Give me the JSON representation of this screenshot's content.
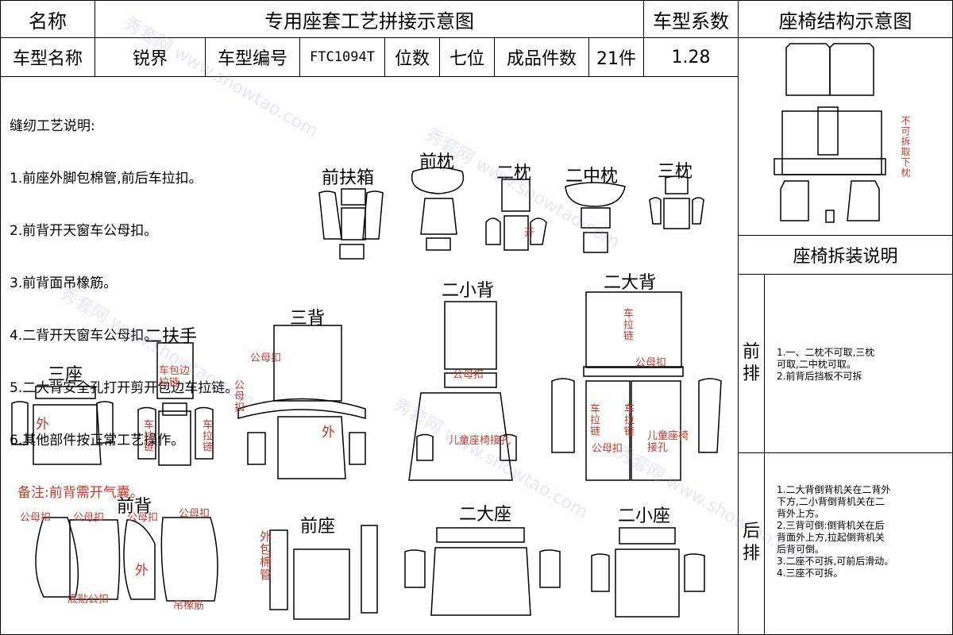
{
  "header": {
    "name_label": "名称",
    "title": "专用座套工艺拼接示意图",
    "coef_label": "车型系数",
    "structure_label": "座椅结构示意图"
  },
  "info": {
    "model_name_label": "车型名称",
    "model_name": "锐界",
    "model_code_label": "车型编号",
    "model_code": "FTC1094T",
    "seats_label": "位数",
    "seats": "七位",
    "pieces_label": "成品件数",
    "pieces": "21件",
    "coef": "1.28"
  },
  "notes": {
    "title": "缝纫工艺说明:",
    "items": [
      "1.前座外脚包棉管,前后车拉扣。",
      "2.前背开天窗车公母扣。",
      "3.前背面吊橡筋。",
      "4.二背开天窗车公母扣。",
      "5.二大背安全孔打开剪开包边车拉链。",
      "6.其他部件按正常工艺操作。"
    ],
    "remark": "备注:前背需开气囊。"
  },
  "parts": {
    "front_armrest_box": "前扶箱",
    "front_pillow": "前枕",
    "second_pillow": "二枕",
    "second_mid_pillow": "二中枕",
    "third_pillow": "三枕",
    "second_armrest": "二扶手",
    "third_seat": "三座",
    "third_back": "三背",
    "second_small_back": "二小背",
    "second_big_back": "二大背",
    "front_back": "前背",
    "front_seat": "前座",
    "second_big_seat": "二大座",
    "second_small_seat": "二小座"
  },
  "annotations": {
    "snap": "公母扣",
    "outside": "外",
    "zipper": "车拉链",
    "open": "开",
    "zip_wrap": "车包边拉链",
    "child_seat": "儿童座椅接孔",
    "bottom_snap": "底贴公扣",
    "elastic": "吊橡筋",
    "tube": "外包棉管",
    "front_snap": "公母扣"
  },
  "side": {
    "structure_note": "不可拆取下枕",
    "removal_title": "座椅拆装说明",
    "front_row_label": "前排",
    "front_row_notes": [
      "1.一、二枕不可取,三枕",
      "可取,二中枕可取。",
      "2.前背后挡板不可拆"
    ],
    "rear_row_label": "后排",
    "rear_row_notes": [
      "1.二大背倒背机关在二背外",
      "下方,二小背倒背机关在二",
      "背外上方。",
      "2.三背可倒:倒背机关在后",
      "背面外上方,拉起倒背机关",
      "后背可倒。",
      "3.二座不可拆,可前后滑动。",
      "4.三座不可拆。"
    ]
  },
  "watermark": "秀套网 www.showtao.com"
}
